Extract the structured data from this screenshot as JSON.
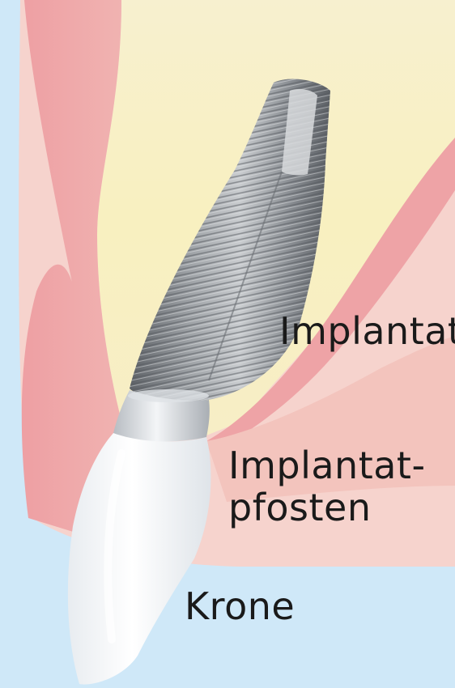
{
  "labels": {
    "implant": "Implantat",
    "abutment_line1": "Implantat-",
    "abutment_line2": "pfosten",
    "crown": "Krone"
  },
  "colors": {
    "background": "#cfe8f8",
    "bone": "#f7efc2",
    "gum": "#eea7a8",
    "gum_light": "#f6cdc6",
    "metal": "#8f9296",
    "crown": "#f6f8fa"
  }
}
